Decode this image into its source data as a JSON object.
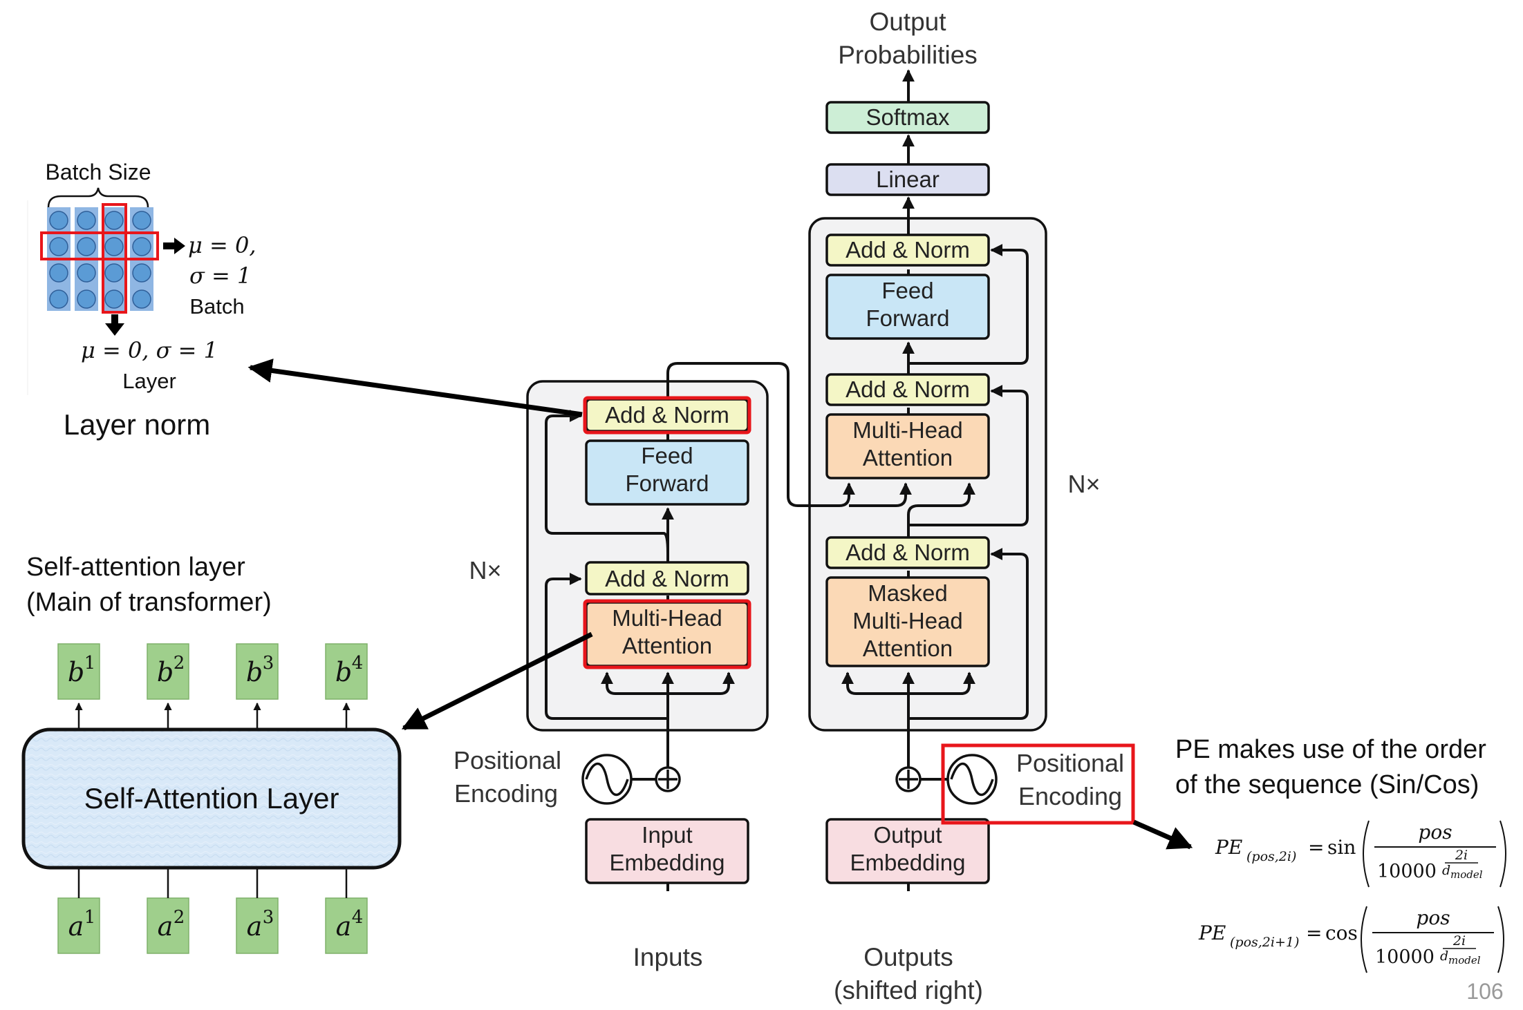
{
  "colors": {
    "add_norm": "#f4f6c6",
    "feed_forward": "#c9e6f6",
    "attention": "#fbd9b6",
    "embedding": "#f8dde1",
    "softmax": "#cdeed6",
    "linear": "#dcdff1",
    "block_bg": "#f2f2f3",
    "highlight": "#e8161b",
    "ln_cell": "#5b9bd5",
    "token_box": "#9fcf8c",
    "self_attn_fill": "#d7e8f8"
  },
  "transformer": {
    "output_probabilities": [
      "Output",
      "Probabilities"
    ],
    "softmax": "Softmax",
    "linear": "Linear",
    "add_norm": "Add & Norm",
    "feed_forward": [
      "Feed",
      "Forward"
    ],
    "multi_head_attention": [
      "Multi-Head",
      "Attention"
    ],
    "masked_attention": [
      "Masked",
      "Multi-Head",
      "Attention"
    ],
    "input_embedding": [
      "Input",
      "Embedding"
    ],
    "output_embedding": [
      "Output",
      "Embedding"
    ],
    "positional_encoding": [
      "Positional",
      "Encoding"
    ],
    "inputs": "Inputs",
    "outputs": [
      "Outputs",
      "(shifted right)"
    ],
    "nx": "N×"
  },
  "layer_norm": {
    "batch_size": "Batch Size",
    "batch_stats": [
      "μ = 0,",
      "σ = 1"
    ],
    "batch_label": "Batch",
    "layer_stats": "μ = 0, σ = 1",
    "layer_label": "Layer",
    "caption": "Layer norm"
  },
  "self_attention": {
    "caption": [
      "Self-attention layer",
      "(Main of transformer)"
    ],
    "layer_label": "Self-Attention Layer",
    "outputs": [
      {
        "base": "b",
        "sup": "1"
      },
      {
        "base": "b",
        "sup": "2"
      },
      {
        "base": "b",
        "sup": "3"
      },
      {
        "base": "b",
        "sup": "4"
      }
    ],
    "inputs": [
      {
        "base": "a",
        "sup": "1"
      },
      {
        "base": "a",
        "sup": "2"
      },
      {
        "base": "a",
        "sup": "3"
      },
      {
        "base": "a",
        "sup": "4"
      }
    ]
  },
  "pe_note": {
    "text": [
      "PE makes use of the order",
      "of the sequence (Sin/Cos)"
    ],
    "formula1": {
      "lhs": "PE",
      "sub": "(pos,2i)",
      "fn": "sin",
      "num": "pos",
      "den": "10000",
      "exp": "2i",
      "exp_den": "d",
      "exp_den_sub": "model"
    },
    "formula2": {
      "lhs": "PE",
      "sub": "(pos,2i+1)",
      "fn": "cos",
      "num": "pos",
      "den": "10000",
      "exp": "2i",
      "exp_den": "d",
      "exp_den_sub": "model"
    }
  },
  "page_number": "106"
}
